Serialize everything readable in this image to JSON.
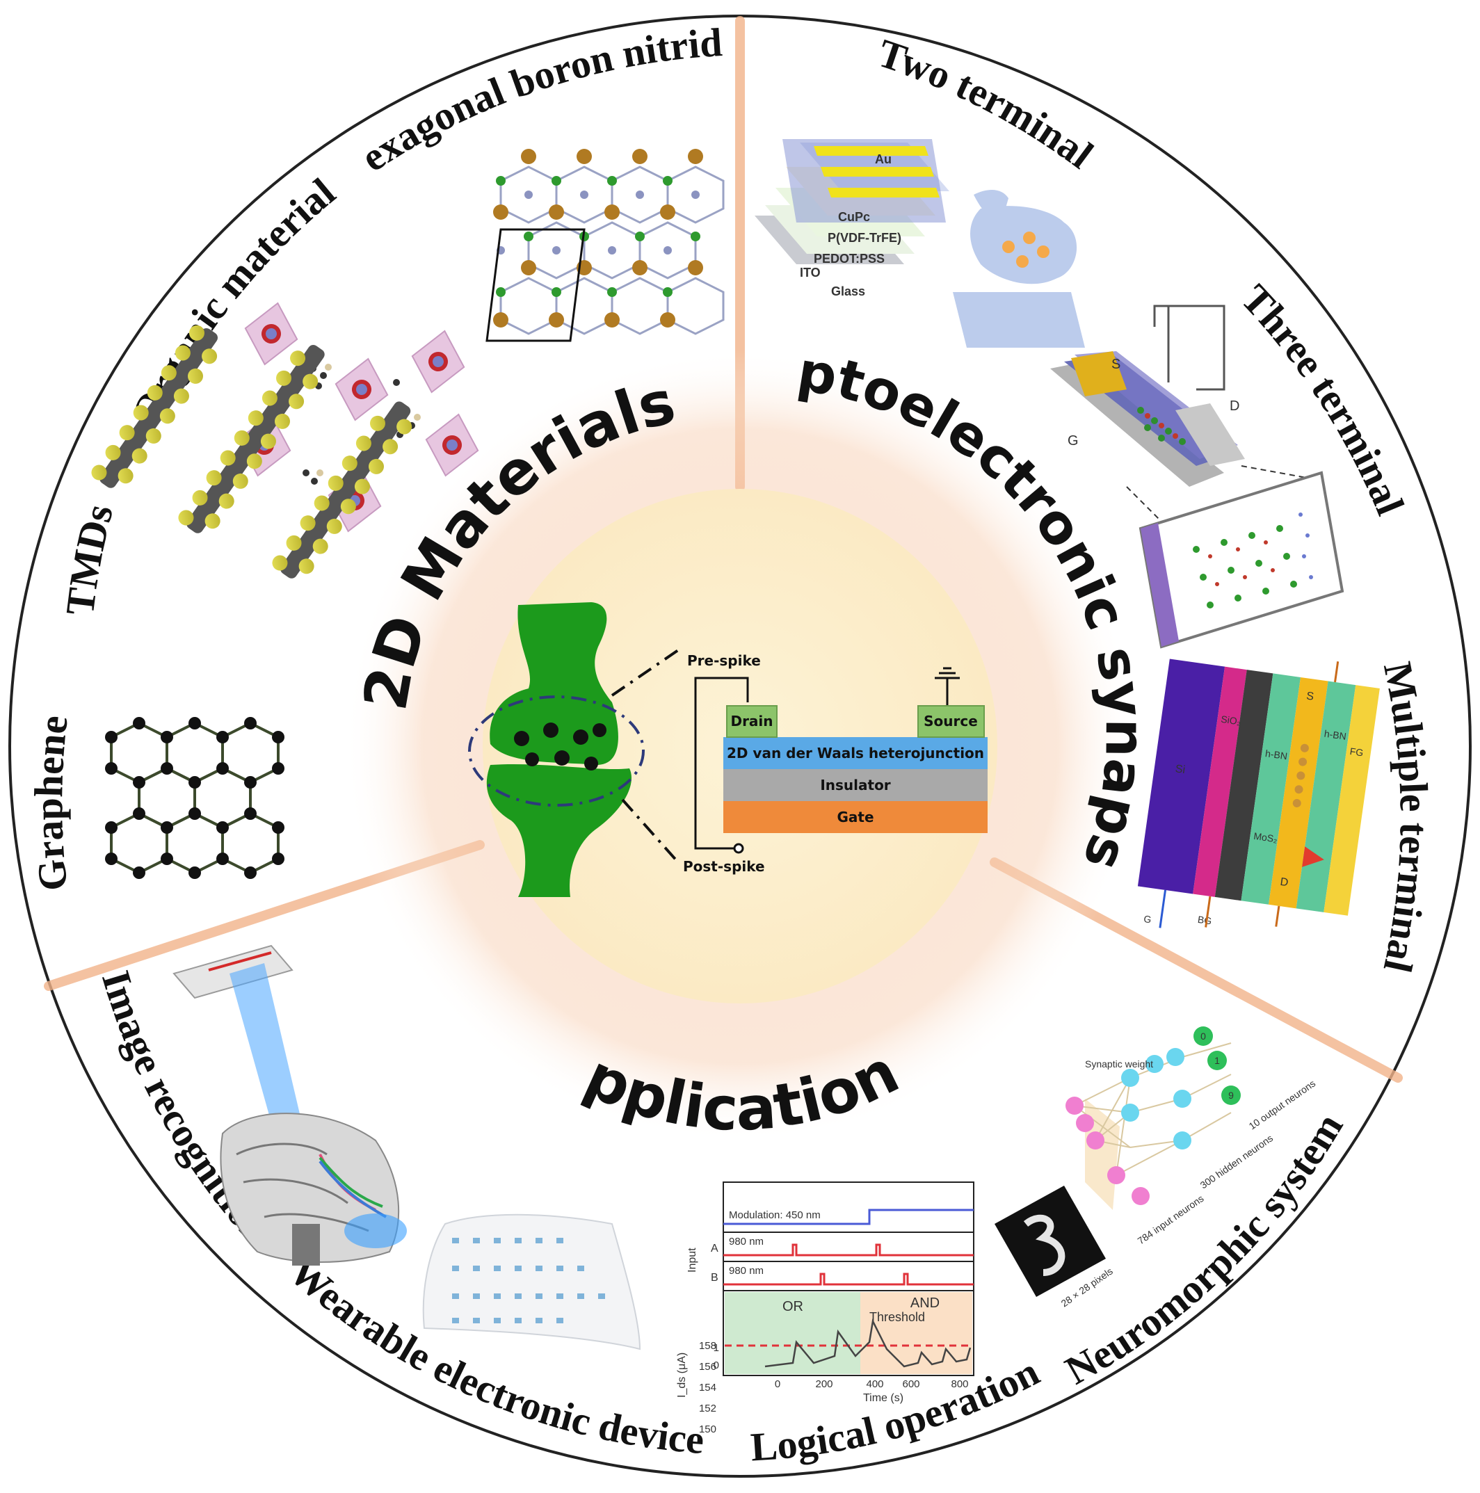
{
  "center": {
    "pre_spike": "Pre-spike",
    "post_spike": "Post-spike",
    "drain": "Drain",
    "source": "Source",
    "heterojunction": "2D van der Waals heterojunction",
    "insulator": "Insulator",
    "gate": "Gate"
  },
  "sections": {
    "materials": "2D Materials",
    "synapse": "Optoelectronic synapse",
    "applications": "Applications"
  },
  "materials": {
    "hbn": "Hexagonal boron nitride",
    "organic": "Organic materials",
    "tmds": "TMDs",
    "graphene": "Graphene"
  },
  "synapse_types": {
    "two": "Two terminal",
    "three": "Three terminal",
    "multiple": "Multiple terminal"
  },
  "applications": {
    "image": "Image recognition",
    "wearable": "Wearable electronic devices",
    "logical": "Logical operation",
    "neuromorphic": "Neuromorphic system"
  },
  "two_terminal_layers": [
    "Au",
    "CuPc",
    "P(VDF-TrFE)",
    "PEDOT:PSS",
    "ITO",
    "Glass"
  ],
  "three_terminal_labels": {
    "s": "S",
    "d": "D",
    "g": "G"
  },
  "multi_terminal_labels": [
    "Si",
    "SiO₂",
    "h-BN",
    "MoS₂",
    "S",
    "D",
    "h-BN",
    "FG",
    "BG",
    "G"
  ],
  "logic_plot": {
    "traces": [
      "Modulation: 450 nm",
      "980 nm",
      "980 nm"
    ],
    "input_labels": [
      "A",
      "B",
      "Input"
    ],
    "regions": [
      "OR",
      "AND"
    ],
    "threshold": "Threshold",
    "y_label": "I_ds (μA)",
    "y_ticks": [
      "150",
      "152",
      "154",
      "156",
      "158"
    ],
    "x_label": "Time (s)",
    "x_ticks": [
      "0",
      "200",
      "400",
      "600",
      "800"
    ],
    "levels": [
      "1",
      "0"
    ]
  },
  "network": {
    "synaptic_weight": "Synaptic weight",
    "pixels": "28 × 28 pixels",
    "input": "784 input neurons",
    "hidden": "300 hidden neurons",
    "output": "10 output neurons",
    "outputs": [
      "0",
      "1",
      "9"
    ]
  },
  "colors": {
    "synapse_green": "#1c9a1c",
    "center_fill": "#fdf0cc",
    "ring_glow": "#f6c8a8",
    "divider": "#f0b890",
    "gate_orange": "#ef8a3a",
    "heterojunction_blue": "#5aa9e6",
    "insulator_gray": "#a9a9a9",
    "electrode_green": "#8cc46a"
  }
}
